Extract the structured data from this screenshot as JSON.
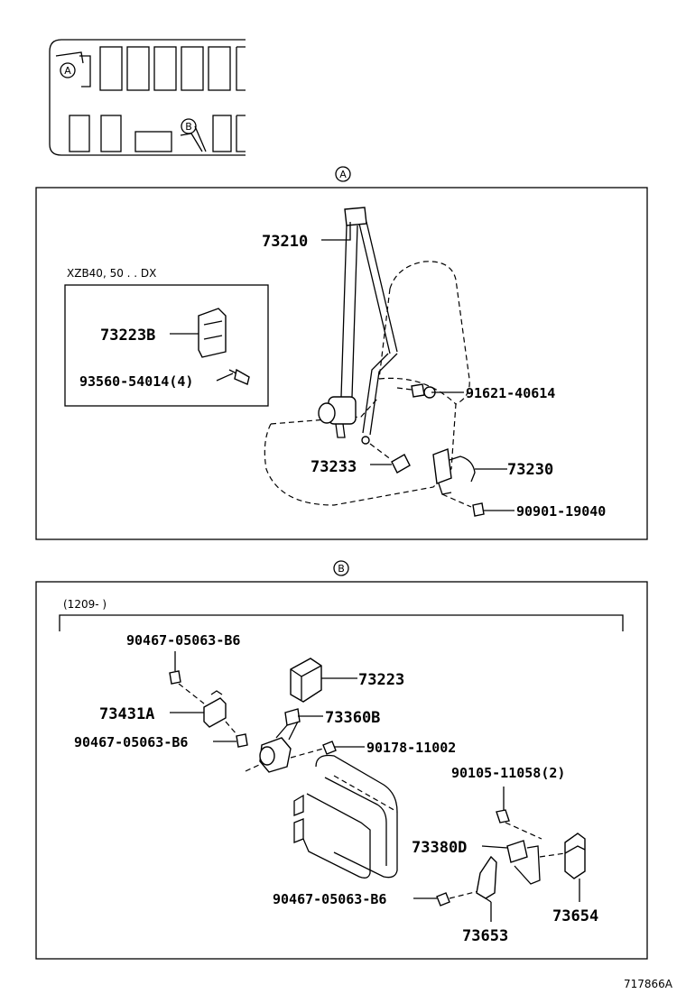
{
  "locator": {
    "marker_a": "A",
    "marker_b": "B"
  },
  "section_a": {
    "marker": "A",
    "variant_note": "XZB40, 50 . . DX",
    "parts": {
      "p73210": "73210",
      "p73223B": "73223B",
      "p93560": "93560-54014(4)",
      "p91621": "91621-40614",
      "p73233": "73233",
      "p73230": "73230",
      "p90901": "90901-19040"
    }
  },
  "section_b": {
    "marker": "B",
    "date_note": "(1209-      )",
    "parts": {
      "p90467_top": "90467-05063-B6",
      "p73223": "73223",
      "p73431A": "73431A",
      "p73360B": "73360B",
      "p90467_mid": "90467-05063-B6",
      "p90178": "90178-11002",
      "p90105": "90105-11058(2)",
      "p73380D": "73380D",
      "p90467_bot": "90467-05063-B6",
      "p73654": "73654",
      "p73653": "73653"
    }
  },
  "footer": {
    "drawing_id": "717866A"
  }
}
